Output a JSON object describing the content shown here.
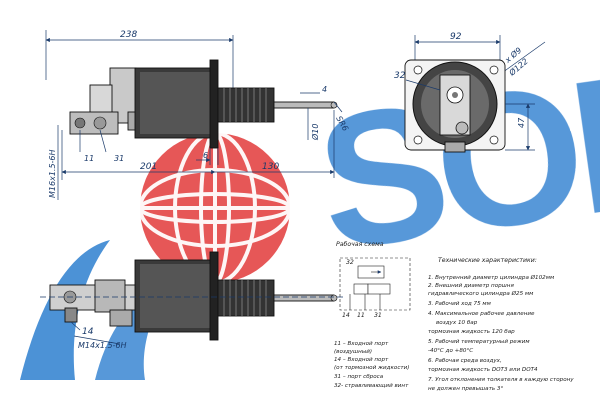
{
  "watermark": {
    "text": "SORL",
    "color_blue": "#2f7fcf",
    "color_red": "#e23b3b"
  },
  "top_view": {
    "dim_overall": "238",
    "dim_201": "201",
    "dim_130": "130",
    "dim_6": "6",
    "dim_4": "4",
    "dim_sr6": "SR6",
    "dim_rod": "Ø10",
    "thread_label": "M16x1.5-6H",
    "port_11": "11",
    "port_31": "31"
  },
  "end_view": {
    "dim_92": "92",
    "dim_holes": "4 x Ø9",
    "dim_pcd": "Ø122",
    "dim_32": "32",
    "dim_47": "47"
  },
  "side_view": {
    "port_14": "14",
    "thread_label": "M14x1.5-6H"
  },
  "scheme": {
    "title": "Рабочая схема",
    "port_32": "32",
    "ports_bottom": [
      "14",
      "11",
      "31"
    ]
  },
  "legend": [
    "11 – Входной порт",
    "(воздушный)",
    "14 – Входной порт",
    "(от тормозной жидкости)",
    "31 – порт сброса",
    "32- стравливающий винт"
  ],
  "specs": {
    "title": "Технические характеристики:",
    "lines": [
      "1. Внутренний диаметр цилиндра  Ø102мм",
      "2. Внешний диаметр поршня",
      "гидравлического цилиндра  Ø25 мм",
      "3. Рабочий ход  75 мм",
      "4. Максимальное рабочее давление",
      "воздух  10 бар",
      "тормозная жидкость  120 бар",
      "5. Рабочий температурный режим",
      "-40°С до +80°С",
      "6. Рабочая среда воздух,",
      "тормозная жидкость DOT3 или DOT4",
      "7. Угол отклонения толкателя в каждую сторону",
      "не должен превышать 3°"
    ]
  }
}
